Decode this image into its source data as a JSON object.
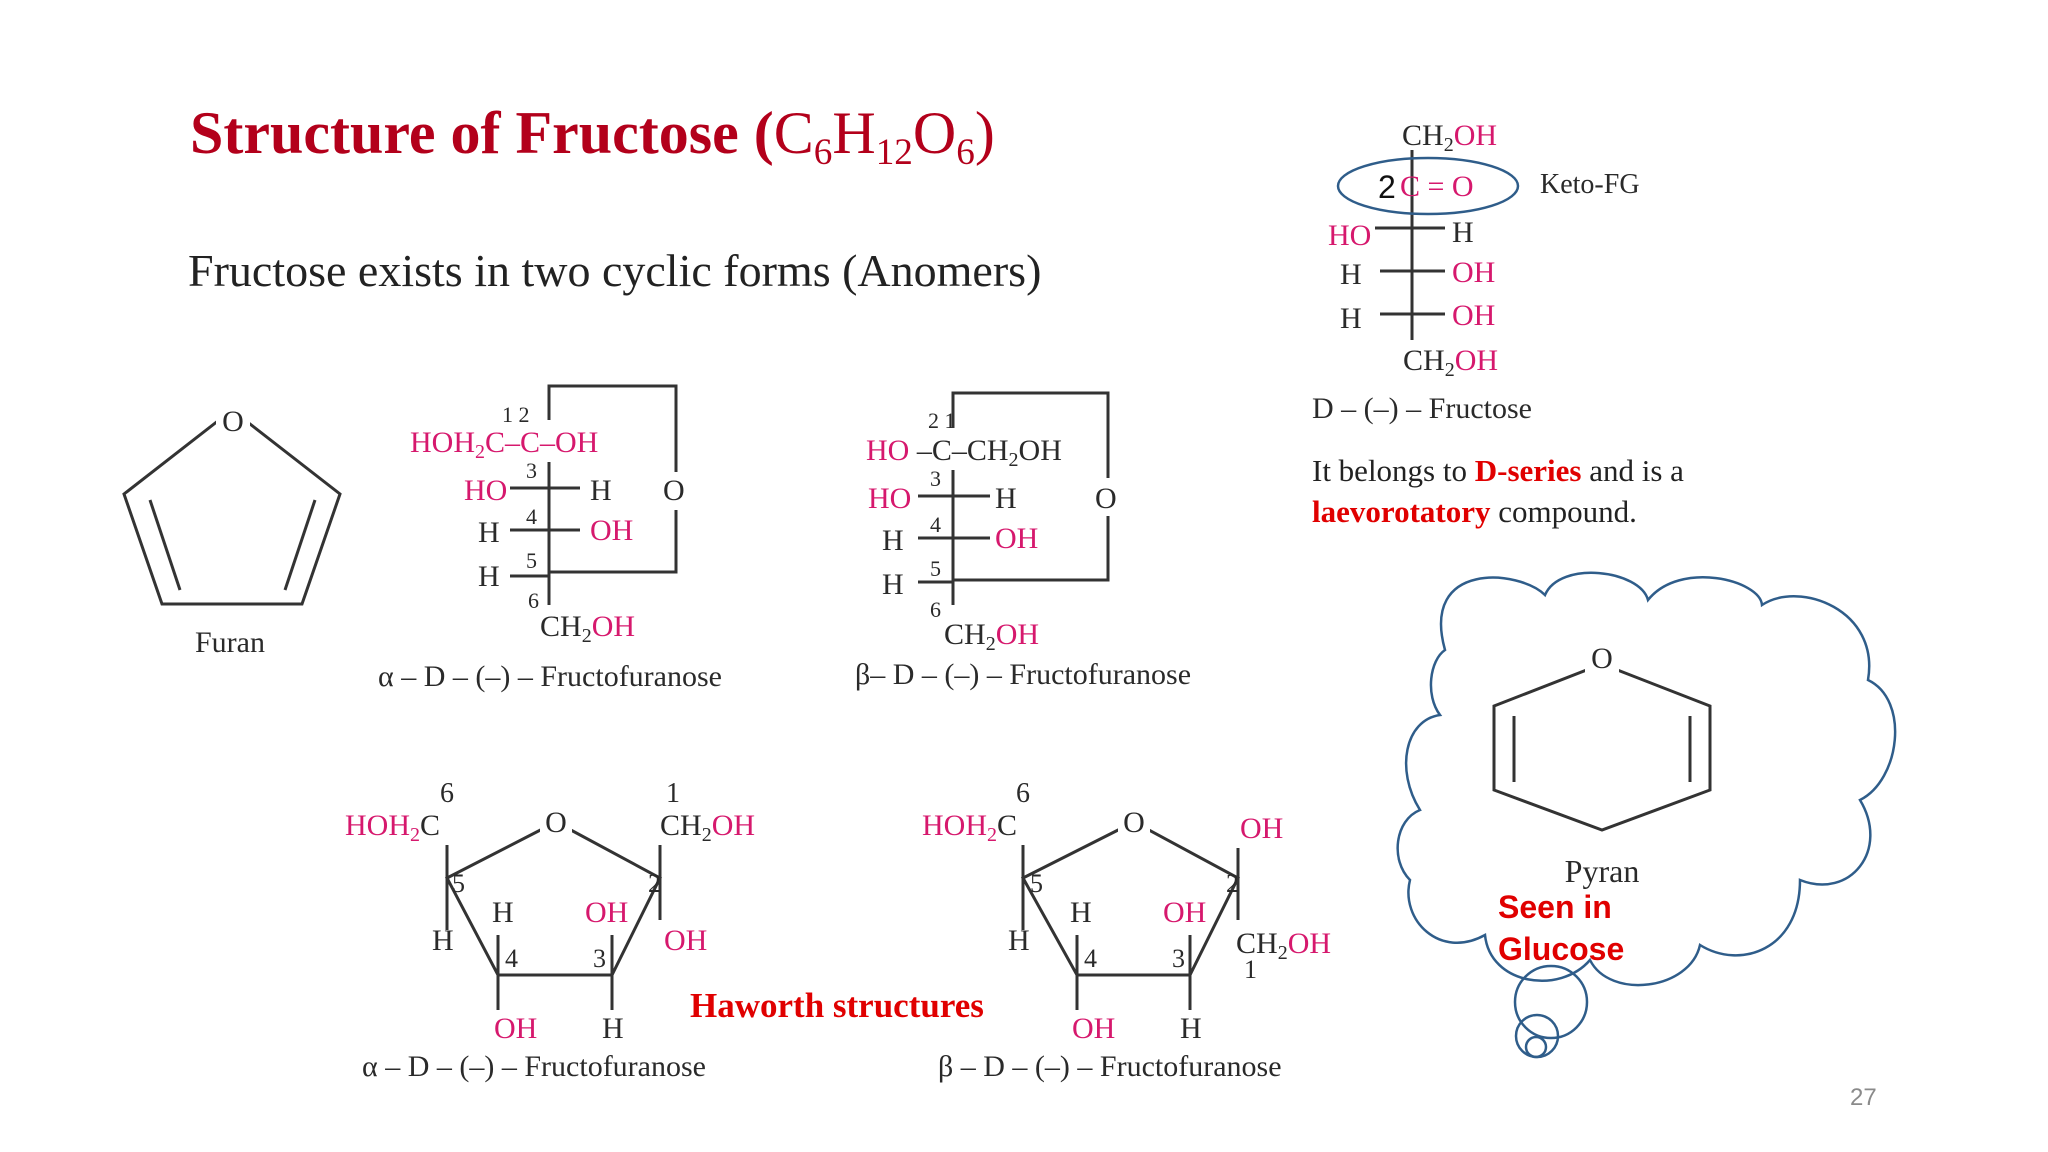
{
  "slide": {
    "title_bold": "Structure of Fructose (",
    "title_formula": "C6H12O6",
    "title_close": ")",
    "subtitle": "Fructose exists in two cyclic forms (Anomers)",
    "dseries_pre": "It belongs to ",
    "dseries_bold": "D-series",
    "dseries_mid": " and is a",
    "laevo_bold": "laevorotatory",
    "laevo_post": " compound.",
    "haworth_label": "Haworth structures",
    "seen_in_glucose": "Seen in Glucose",
    "page_number": "27"
  },
  "structures": {
    "furan": {
      "caption": "Furan",
      "O": "O"
    },
    "fischer": {
      "ch2oh_top": "CH2OH",
      "c2": "2",
      "carbonyl": "C = O",
      "keto_label": "Keto-FG",
      "r3_left": "HO",
      "r3_right": "H",
      "r4_left": "H",
      "r4_right": "OH",
      "r5_left": "H",
      "r5_right": "OH",
      "ch2oh_bottom": "CH2OH",
      "caption": "D – (–) – Fructose"
    },
    "alpha_furanose": {
      "nums_top": "1  2",
      "row1": "HOH2C–C–OH",
      "n3": "3",
      "r3_left": "HO",
      "r3_right": "H",
      "n4": "4",
      "r4_left": "H",
      "r4_right": "OH",
      "n5": "5",
      "r5_left": "H",
      "n6": "6",
      "bottom": "CH2OH",
      "ring_O": "O",
      "caption": "α – D – (–) – Fructofuranose"
    },
    "beta_furanose": {
      "nums_top": "2    1",
      "row1": "HO –C–CH2OH",
      "n3": "3",
      "r3_left": "HO",
      "r3_right": "H",
      "n4": "4",
      "r4_left": "H",
      "r4_right": "OH",
      "n5": "5",
      "r5_left": "H",
      "n6": "6",
      "bottom": "CH2OH",
      "ring_O": "O",
      "caption": "β– D – (–) – Fructofuranose"
    },
    "haworth_alpha": {
      "n6": "6",
      "hoh2c": "HOH2C",
      "O": "O",
      "n1": "1",
      "ch2oh": "CH2OH",
      "n5": "5",
      "n2": "2",
      "H_up4": "H",
      "OH_up3": "OH",
      "OH_right2": "OH",
      "H_left5": "H",
      "n4": "4",
      "n3": "3",
      "OH_down4": "OH",
      "H_down3": "H",
      "caption": "α – D – (–) – Fructofuranose"
    },
    "haworth_beta": {
      "n6": "6",
      "hoh2c": "HOH2C",
      "O": "O",
      "OH_top2": "OH",
      "n5": "5",
      "n2": "2",
      "H_up4": "H",
      "OH_up3": "OH",
      "ch2oh": "CH2OH",
      "n1": "1",
      "H_left5": "H",
      "n4": "4",
      "n3": "3",
      "OH_down4": "OH",
      "H_down3": "H",
      "caption": "β – D – (–) – Fructofuranose"
    },
    "pyran": {
      "caption": "Pyran",
      "O": "O"
    }
  },
  "colors": {
    "title": "#b3001b",
    "highlight": "#e00000",
    "structure_pink": "#d6186d",
    "cloud": "#2f5d8a"
  }
}
